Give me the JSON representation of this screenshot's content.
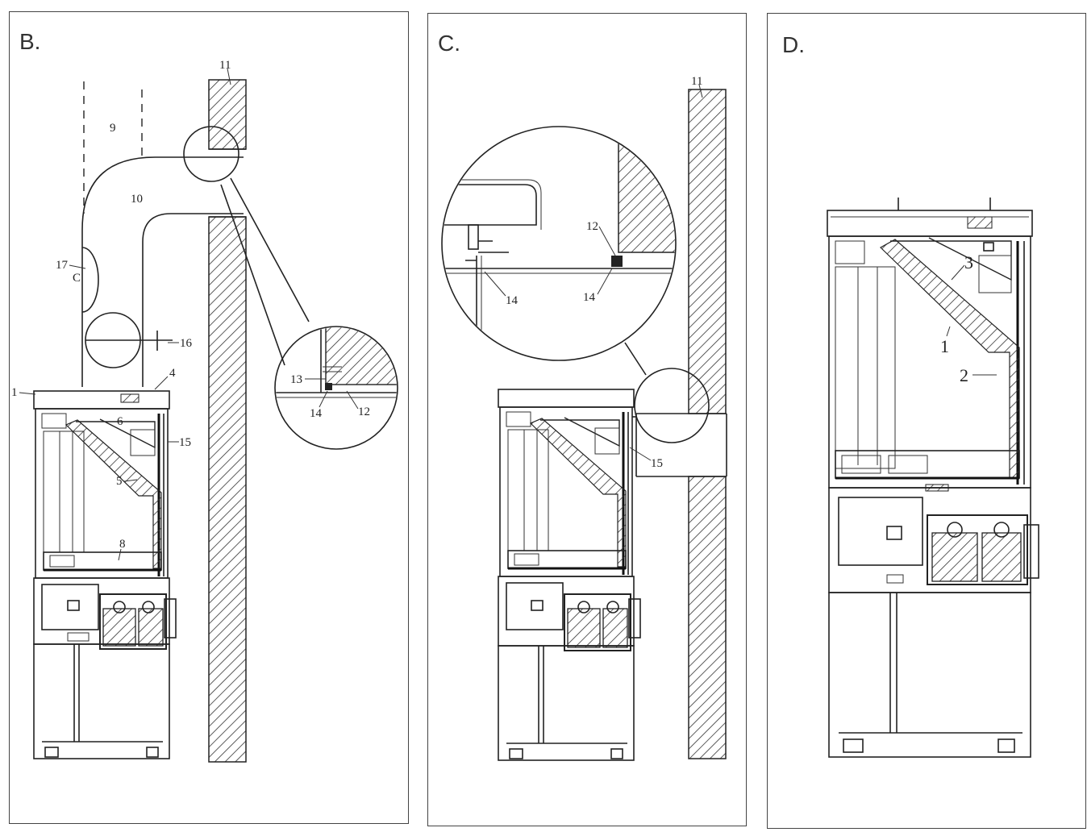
{
  "panels": [
    {
      "id": "B",
      "label": "B.",
      "callouts": [
        "1",
        "4",
        "5",
        "6",
        "8",
        "9",
        "10",
        "11",
        "12",
        "13",
        "14",
        "15",
        "16",
        "17"
      ]
    },
    {
      "id": "C",
      "label": "C.",
      "callouts": [
        "11",
        "12",
        "14",
        "14",
        "15"
      ]
    },
    {
      "id": "D",
      "label": "D.",
      "callouts": [
        "1",
        "2",
        "3"
      ]
    }
  ]
}
